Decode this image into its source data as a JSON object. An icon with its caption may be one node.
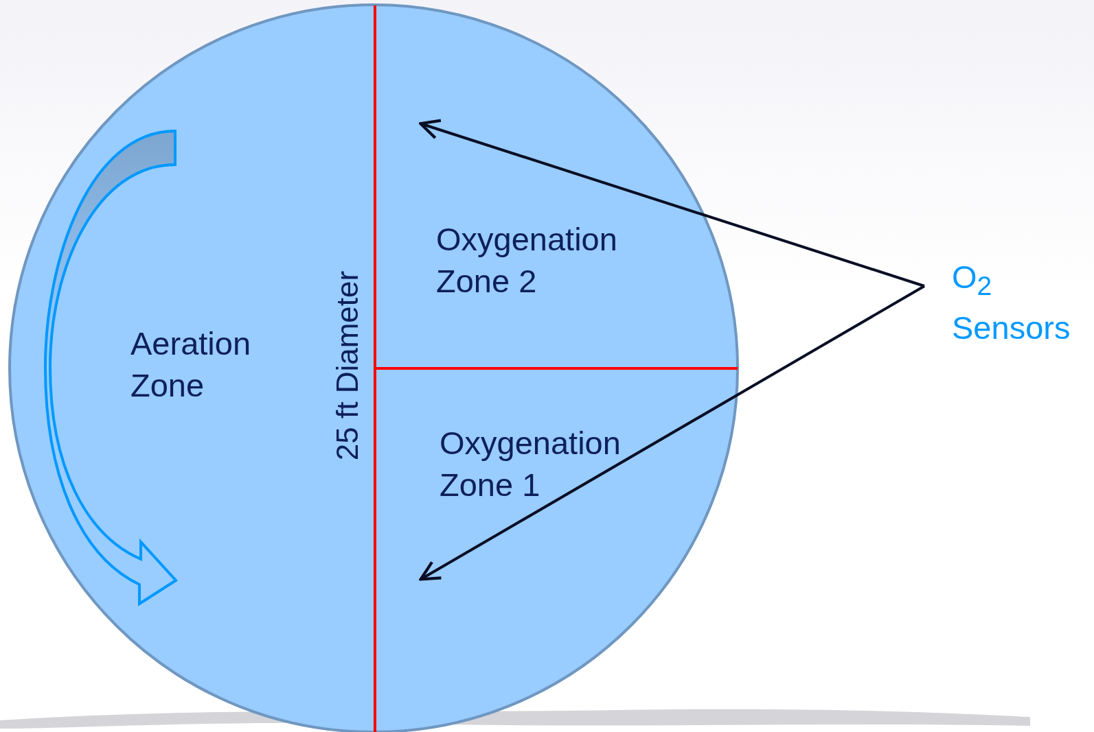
{
  "diagram": {
    "nodes": [
      {
        "text": [
          "Aeration Zone"
        ]
      },
      {
        "text": [
          "Oxygenation Zone 2"
        ]
      },
      {
        "text": [
          "Oxygenation Zone 1"
        ]
      },
      {
        "text": [
          "O$_{2}$ Sensors"
        ]
      }
    ],
    "edges": [
      {
        "from": 3,
        "to": null,
        "arrow": "to"
      },
      {
        "from": 3,
        "to": null,
        "arrow": "to"
      }
    ],
    "labels": [
      "25 ft Diameter"
    ]
  }
}
